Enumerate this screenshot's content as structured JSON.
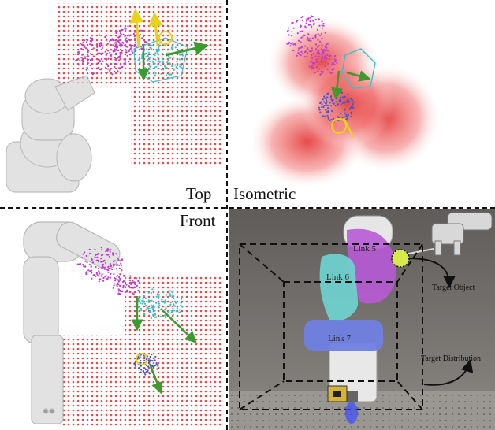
{
  "views": {
    "top": "Top",
    "isometric": "Isometric",
    "front": "Front"
  },
  "photo": {
    "links": {
      "link5": "Link 5",
      "link6": "Link 6",
      "link7": "Link 7"
    },
    "annotations": {
      "target_object": "Target Object",
      "target_distribution": "Target Distribution"
    }
  },
  "colors": {
    "point_grid": "#d93b3b",
    "link5_points": "#c03ccf",
    "link6_points": "#3bbfc8",
    "link7_points": "#4a55c9",
    "axis_yellow": "#e8d21a",
    "axis_green": "#3c9a2e",
    "link5_mesh": "#b85ad6",
    "link6_mesh": "#6fd3cf",
    "link7_mesh": "#6f7fe0",
    "target_ball": "#d7e84a"
  },
  "icons": [
    "arrow-icon",
    "robot-arm-icon",
    "target-ball-icon"
  ]
}
